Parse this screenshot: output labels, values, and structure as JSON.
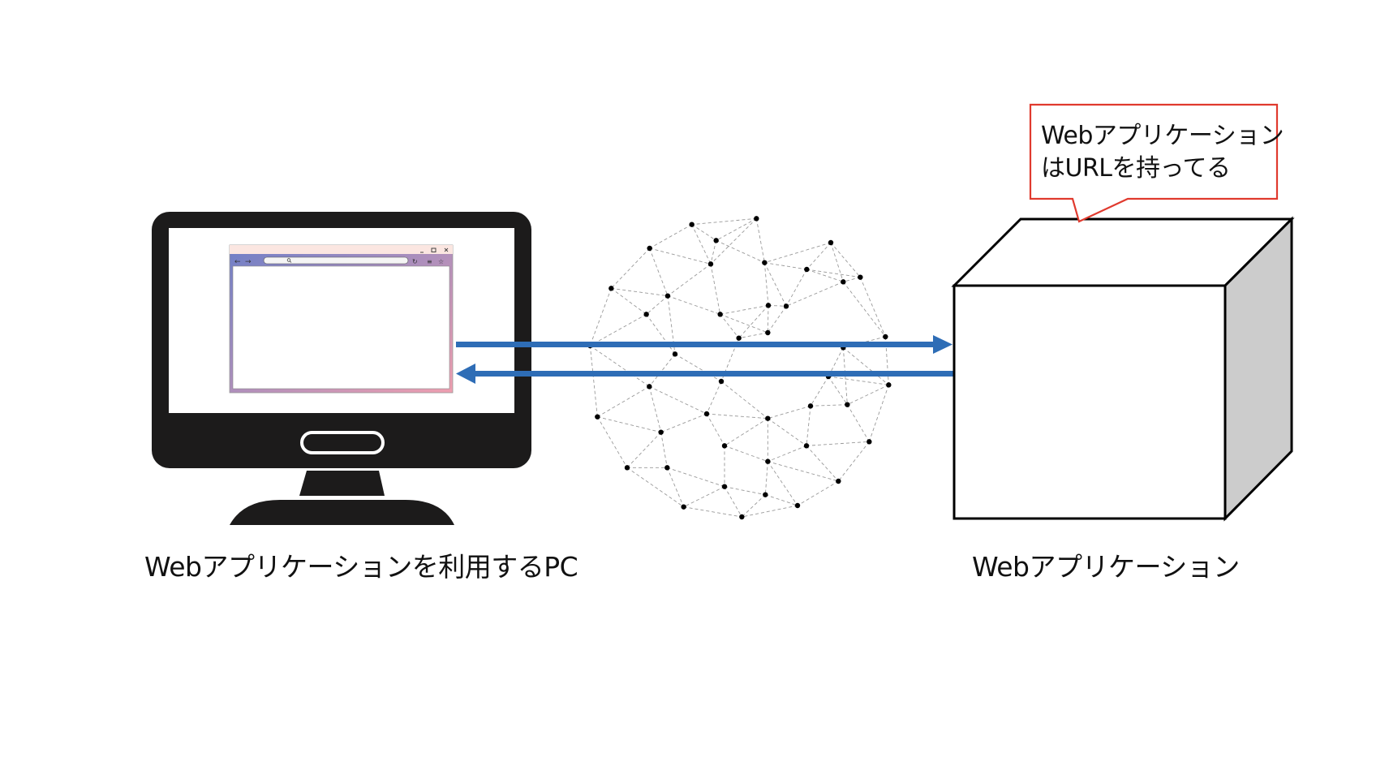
{
  "labels": {
    "pc": "Webアプリケーションを利用するPC",
    "web_app": "Webアプリケーション"
  },
  "callout": {
    "line1": "Webアプリケーション",
    "line2": "はURLを持ってる"
  },
  "browser": {
    "icons": [
      "back-arrow-icon",
      "forward-arrow-icon",
      "search-icon",
      "reload-icon",
      "menu-icon",
      "star-icon",
      "minimize-icon",
      "maximize-icon",
      "close-icon"
    ]
  },
  "arrows": [
    {
      "direction": "pc-to-app"
    },
    {
      "direction": "app-to-pc"
    }
  ],
  "colors": {
    "arrow": "#2e6db6",
    "callout_border": "#e03a2e",
    "monitor": "#1c1b1b",
    "cube_side": "#cccccc",
    "network_edge": "#999999"
  }
}
